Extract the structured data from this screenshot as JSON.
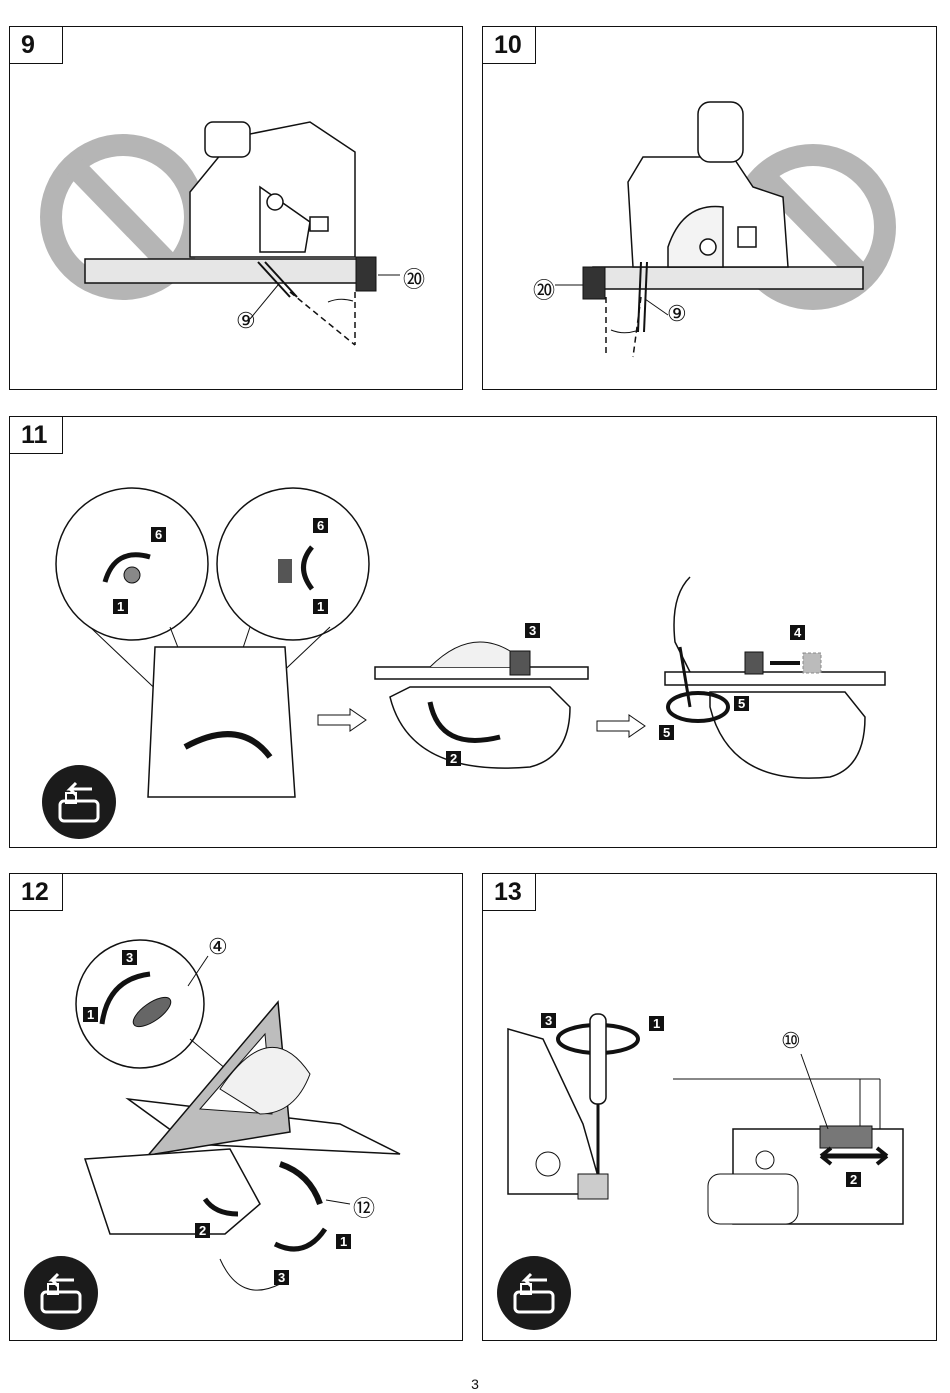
{
  "page": {
    "number": "3"
  },
  "figures": {
    "fig9": {
      "number": "9",
      "labels": {
        "blade_part": "⑨",
        "guide_part": "⑳"
      }
    },
    "fig10": {
      "number": "10",
      "labels": {
        "blade_part": "⑨",
        "guide_part": "⑳"
      }
    },
    "fig11": {
      "number": "11",
      "steps": {
        "s1a": "1",
        "s1b": "1",
        "s6a": "6",
        "s6b": "6",
        "s2": "2",
        "s3": "3",
        "s4": "4",
        "s5a": "5",
        "s5b": "5"
      }
    },
    "fig12": {
      "number": "12",
      "labels": {
        "lever_part": "④",
        "knob_part": "⑫"
      },
      "steps": {
        "s3a": "3",
        "s1a": "1",
        "s2": "2",
        "s1b": "1",
        "s3b": "3"
      }
    },
    "fig13": {
      "number": "13",
      "labels": {
        "base_part": "⑩"
      },
      "steps": {
        "s3": "3",
        "s1": "1",
        "s2": "2"
      }
    }
  },
  "icons": {
    "battery_remove": "battery-remove-icon",
    "prohibited": "prohibited-icon"
  },
  "colors": {
    "line": "#111111",
    "dither": "#b5b5b5",
    "icon_bg": "#1b1b1b"
  }
}
